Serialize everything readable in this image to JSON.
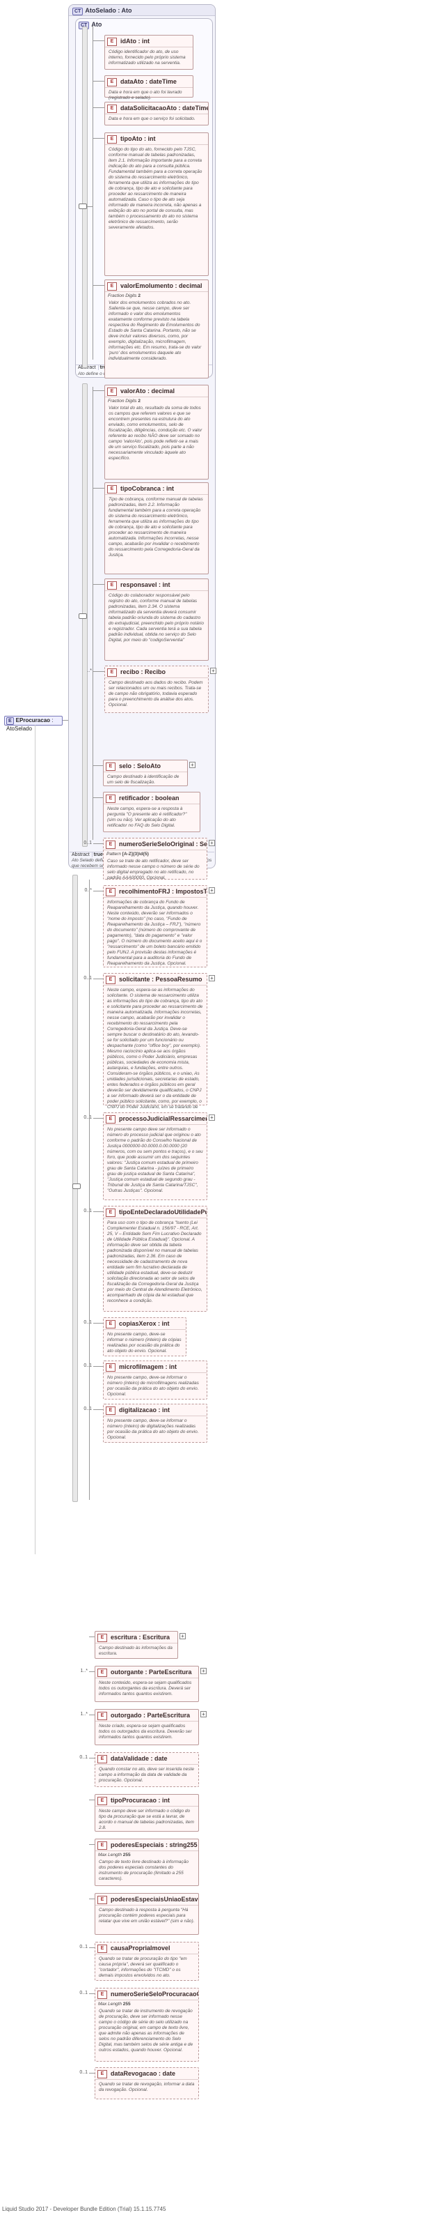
{
  "root": {
    "label": "EProcuracao",
    "type": "AtoSelado"
  },
  "atoselado": {
    "label": "AtoSelado",
    "type": "Ato"
  },
  "ato_group": {
    "title": "Ato",
    "abstract_label": "Abstract",
    "abstract_value": "true",
    "description": "Ato define o conjunto padrão de elementos para todos os atos."
  },
  "selado_group": {
    "abstract_label": "Abstract",
    "abstract_value": "true",
    "description": "Ato Selado define o conjunto padrão de elementos para todos os atos que recebem selo de fiscalização."
  },
  "ato_elements": [
    {
      "name": "idAto",
      "type": "int",
      "doc": "Código identificador do ato, de uso interno, fornecido pelo próprio sistema informatizado utilizado na serventia.",
      "occ": "",
      "optional": false
    },
    {
      "name": "dataAto",
      "type": "dateTime",
      "doc": "Data e hora em que o ato foi lavrado (registrado e selado).",
      "occ": "",
      "optional": false
    },
    {
      "name": "dataSolicitacaoAto",
      "type": "dateTime",
      "doc": "Data e hora em que o serviço foi solicitado.",
      "occ": "",
      "optional": false
    },
    {
      "name": "tipoAto",
      "type": "int",
      "doc": "Código do tipo do ato, fornecido pelo TJSC, conforme manual de tabelas padronizadas, item 2.1. Informação importante para a correta indicação\ndo ato para a consulta pública. Fundamental também para a correta operação\ndo sistema do ressarcimento eletrônico, ferramenta que utiliza as informações do tipo\nde cobrança, tipo de ato e solicitante para proceder ao ressarcimento de maneira\nautomatizada. Caso o tipo de ato seja informado de maneira incorreta, não apenas a\nexibição do ato no portal de consulta, mas também o processamento do ato no sistema\neletrônico de ressarcimento, serão severamente afetados.",
      "occ": "",
      "optional": false
    },
    {
      "name": "valorEmolumento",
      "type": "decimal",
      "facet": "Fraction Digits",
      "facetval": "2",
      "doc": "Valor dos emolumentos cobrados no ato. Salienta-se que, nesse campo, deve ser informado o valor dos emolumentos exatamente conforme previsto na tabela\nrespectiva do Regimento de Emolumentos do Estado de Santa Catarina. Portanto, não se\ndeve incluir valores diversos, como, por exemplo, digitalização, microfilmagem,\ninformações etc. Em resumo, trata-se do valor 'puro' dos emolumentos daquele ato\nindividualmente considerado.",
      "occ": "",
      "optional": false
    },
    {
      "name": "valorAto",
      "type": "decimal",
      "facet": "Fraction Digits",
      "facetval": "2",
      "doc": "Valor total do ato, resultado da soma de todos os campos que referem valores e que se encontrem presentes na estrutura do ato enviado, como emolumentos,\nselo de fiscalização, diligências, condução etc. O valor referente ao recibo NÃO deve\nser somado no campo 'valorAto', pois pode refletir-se a mais de um serviço fiscalizado,\npois parte a não necessariamente vinculado àquele ato específico.",
      "occ": "",
      "optional": false
    },
    {
      "name": "tipoCobranca",
      "type": "int",
      "doc": "Tipo de cobrança, conforme manual de tabelas padronizadas, item 2.2. Informação fundamental também para a correta operação do sistema do ressarcimento\neletrônico, ferramenta que utiliza as informações do tipo de cobrança, tipo de ato\ne solicitante para proceder ao ressarcimento de maneira automatizada. Informações\nincorretas, nesse campo, acabarão por invalidar o recebimento do ressarcimento\npela Corregedoria-Geral da Justiça.",
      "occ": "",
      "optional": false
    },
    {
      "name": "responsavel",
      "type": "int",
      "doc": "Código do colaborador responsável pelo registro do ato, conforme manual de tabelas padronizadas, item 2.34. O sistema informatizado da serventia\ndeverá consumir tabela padrão oriunda do sistema do cadastro do extrajudicial,\npreenchido pelo próprio notário e registrador. Cada serventia terá a sua tabela\npadrão individual, obtida no serviço do Selo Digital, por meio do \"codigoServentia\"",
      "occ": "",
      "optional": false
    },
    {
      "name": "recibo",
      "type": "Recibo",
      "doc": "Campo destinado aos dados do recibo. Podem ser relacionados um ou mais recibos. Trata-se de campo não obrigatório, todavia esperado para o\npreenchimento da análise dos atos. Opcional.",
      "occ": "0..*",
      "optional": true
    }
  ],
  "selado_elements": [
    {
      "name": "selo",
      "type": "SeloAto",
      "doc": "Campo destinado à identificação de um selo de fiscalização.",
      "occ": "",
      "optional": false
    },
    {
      "name": "retificador",
      "type": "boolean",
      "doc": "Neste campo, espera-se a resposta à pergunta \"O presente ato é retificador?\" (sim ou não). Ver aplicação do ato retificador no FAQ do\nSelo Digital.",
      "occ": "",
      "optional": false
    },
    {
      "name": "numeroSerieSeloOriginal",
      "type": "SerieSelo",
      "facet": "Pattern",
      "facetval": "[A-Z]{3}\\d{5}",
      "doc": "Caso se trate de ato retificador, deve ser informado nesse campo o número de série do selo digital empregado no ato retificado, no padrão AAA00000. Opcional.",
      "occ": "0..1",
      "optional": true
    },
    {
      "name": "recolhimentoFRJ",
      "type": "ImpostosTaxasMascaraBoleto",
      "doc": "Informações de cobrança do Fundo de Reaparelhamento da Justiça, quando houver. Neste conteúdo, deverão ser informados o \"nome do imposto\" (no caso,\n\"Fundo de Reaparelhamento da Justiça – FRJ\"), \"número do documento\" (número do\ncomprovante de pagamento), \"data do pagamento\" e \"valor pago\". O número do\ndocumento aceito aqui é o \"ressarcimento\" de um boleto bancário emitido pelo FUNJ.\nA provisão destas informações é fundamental para a auditoria do Fundo de\nReaparelhamento da Justiça. Opcional.",
      "occ": "0..*",
      "optional": true
    },
    {
      "name": "solicitante",
      "type": "PessoaResumo",
      "doc": "Neste campo, espera-se as informações do solicitante. O sistema de ressarcimento utiliza as informações do tipo de cobrança, tipo do ato e solicitante para proceder ao ressarcimento de maneira automatizada. Informações incorretas, nesse campo, acabarão por invalidar o recebimento do ressarcimento pela Corregedoria-Geral da Justiça. Deve-se sempre buscar o destinatário do ato, levando-se for solicitado por um funcionário ou despachante (como \"office boy\", por exemplo). Mesmo raciocínio aplica-se aos órgãos públicos, como o Poder Judiciário, empresas públicas, sociedades de economia mista, autarquias, e fundações, entre outros. Consideram-se órgãos públicos, e o uniao, As unidades jurisdicionais, secretarias de estado, entes federados e órgãos públicos em geral deverão ser devidamente qualificados, o CNPJ a ser informado deverá ser o da entidade de poder público solicitante, como, por exemplo, o CNPJ do Poder Judiciário, em se tratando de unidades jurisdicionais.\nSegundo o Código de Normas da Corregedoria-Geral da Justiça, art. 525, §§ 1º\ne 2º, é obrigatória a remessa das informações dos seguintes campos, pelo menos: nome da pessoa, tipo da pessoa, se física ou jurídica, e tipo e número do documento.",
      "occ": "0..1",
      "optional": true
    },
    {
      "name": "processoJudicialRessarcimento",
      "type": "ProcessoJudicial",
      "doc": "No presente campo deve ser informado o número do processo judicial que originou o ato conforme o padrão do Conselho Nacional de Justiça\n0000000-00.0000.0.00.0000 (20 números, com ou sem pontos e traços), e o seu\nforo, que pode assumir um dos seguintes valores: \"Justiça comum estadual de\nprimeiro grau de Santa Catarina - juízes de primeiro grau de justiça estadual\nde Santa Catarina\", \"Justiça comum estadual de segundo grau - Tribunal de\nJustiça de Santa Catarina/TJSC\", \"Outras Justiças\". Opcional.",
      "occ": "0..1",
      "optional": true
    },
    {
      "name": "tipoEnteDeclaradoUtilidadePublicaE",
      "type": "int stadual",
      "doc": "Para uso com o tipo de cobrança \"Isento (Lei Complementer Estadual n. 156/97 - RCE, Art. 25, V – Entidade Sem Fim Lucrativo Declarado\nde Utilidade Pública Estadual)\". Opcional. A informação deve ser obtida da\ntabela padronizada disponível no manual de tabelas padronizadas, item 2.36.\nEm caso de necessidade de cadastramento de nova entidade sem fim lucrativo\ndeclarada de utilidade pública estadual, deve-se deduzir solicitação direcionada\nao setor de selos de fiscalização da Corregedoria-Geral da Justiça por meio do\nCentral de Atendimento Eletrônico, acompanhado de cópia da lei estadual que\nreconhece a condição.",
      "occ": "0..1",
      "optional": true
    },
    {
      "name": "copiasXerox",
      "type": "int",
      "doc": "No presente campo, deve-se informar o número (inteiro) de cópias realizadas por ocasião da prática do ato objeto do envio. Opcional.",
      "occ": "0..1",
      "optional": true
    },
    {
      "name": "microfilmagem",
      "type": "int",
      "doc": "No presente campo, deve-se informar o número (inteiro) de microfilmagens realizadas por ocasião da prática do ato objeto do envio. Opcional.",
      "occ": "0..1",
      "optional": true
    },
    {
      "name": "digitalizacao",
      "type": "int",
      "doc": "No presente campo, deve-se informar o número (inteiro) de digitalizações realizadas por ocasião da prática do ato objeto do envio. Opcional.",
      "occ": "0..1",
      "optional": true
    }
  ],
  "procuracao_elements": [
    {
      "name": "escritura",
      "type": "Escritura",
      "doc": "Campo destinado às informações da escritura.",
      "occ": "",
      "optional": false
    },
    {
      "name": "outorgante",
      "type": "ParteEscritura",
      "doc": "Neste conteúdo, espera-se sejam qualificados todos os outorgantes da escritura. Deverá ser informados tantos quantos existirem.",
      "occ": "1..*",
      "optional": false
    },
    {
      "name": "outorgado",
      "type": "ParteEscritura",
      "doc": "Neste criado, espera-se sejam qualificados todos os outorgados da escritura. Deverão ser informados tantos quantos existirem.",
      "occ": "1..*",
      "optional": false
    },
    {
      "name": "dataValidade",
      "type": "date",
      "doc": "Quando constar no ato, deve ser inserida neste campo a informação da data de validade da procuração. Opcional.",
      "occ": "0..1",
      "optional": true
    },
    {
      "name": "tipoProcuracao",
      "type": "int",
      "doc": "Neste campo deve ser informado o código do tipo da procuração que se está a lavrar, de acordo o manual de tabelas padronizadas, item 2.8.",
      "occ": "",
      "optional": false
    },
    {
      "name": "poderesEspeciais",
      "type": "string255",
      "facet": "Max Length",
      "facetval": "255",
      "doc": "Campo de texto livre destinado à informação dos poderes especiais constantes do instrumento de procuração (limitado a 255 caracteres).",
      "occ": "",
      "optional": false
    },
    {
      "name": "poderesEspeciaisUniaoEstavel",
      "type": "boolean",
      "doc": "Campo destinado à resposta à pergunta \"Há procuração contém poderes especiais para relatar que vive em união estável?\" (sim e não).",
      "occ": "",
      "optional": false
    },
    {
      "name": "causaPropriaImovel",
      "type": "",
      "doc": "Quando se tratar de procuração do tipo \"em causa própria\", deverá ser qualificado o \"cortador\", informações do \"ITCMD\" o os demais impostos envolvidos no ato.",
      "occ": "0..1",
      "optional": true
    },
    {
      "name": "numeroSerieSeloProcuracaoOrigina",
      "type": "string255",
      "facet": "Max Length",
      "facetval": "255",
      "doc": "Quando se tratar de instrumento de revogação de procuração, deve ser informado nesse campo o código de série do selo utilizado na procuração\noriginal, em campo de texto livre, que admite não apenas as informações de selos\nno padrão diferenciamento do Selo Digital, mas também selos de série antiga e de\noutros estados, quando houver. Opcional.",
      "occ": "0..1",
      "optional": true
    },
    {
      "name": "dataRevogacao",
      "type": "date",
      "doc": "Quando se tratar de revogação, informar a data da revogação. Opcional.",
      "occ": "0..1",
      "optional": true
    }
  ],
  "footer": "Liquid Studio 2017 - Developer Bundle Edition (Trial) 15.1.15.7745"
}
